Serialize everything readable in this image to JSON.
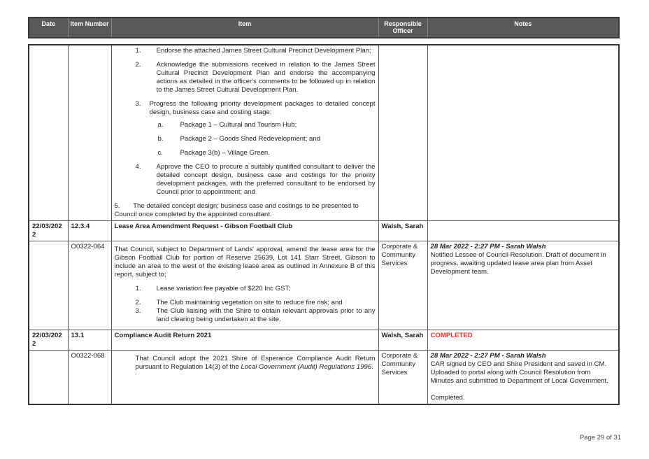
{
  "header": {
    "date": "Date",
    "item_number": "Item Number",
    "item": "Item",
    "officer": "Responsible Officer",
    "notes": "Notes"
  },
  "continued": {
    "points": [
      {
        "n": "1.",
        "text": "Endorse the attached James Street Cultural Precinct Development Plan;"
      },
      {
        "n": "2.",
        "text": "Acknowledge the submissions received in relation to the James Street Cultural Precinct Development Plan and endorse the accompanying actions as detailed in the officer's comments to be followed up in relation to the James Street Cultural Development Plan."
      },
      {
        "n": "3.",
        "text": "Progress the following priority development packages to detailed concept design, business case and costing stage:"
      }
    ],
    "subpoints": [
      {
        "n": "a.",
        "text": "Package 1 – Cultural and Tourism Hub;"
      },
      {
        "n": "b.",
        "text": "Package 2 – Goods Shed Redevelopment; and"
      },
      {
        "n": "c.",
        "text": "Package 3(b) – Village Green."
      }
    ],
    "point4": {
      "n": "4.",
      "text": "Approve the CEO to procure a suitably qualified consultant to deliver the detailed concept design, business case and costings for the priority development packages, with the preferred consultant to be endorsed by Council prior to appointment; and"
    },
    "point5": {
      "n": "5.",
      "text": "The detailed concept design; business case and costings to be presented to Council once completed by the appointed consultant."
    }
  },
  "records": [
    {
      "date": "22/03/2022",
      "item_no": "12.3.4",
      "title": "Lease Area Amendment Request - Gibson Football Club",
      "officer": "Walsh, Sarah",
      "status": "",
      "ref": "O0322-064",
      "intro": "That Council, subject to Department of Lands' approval, amend the lease area for the Gibson Football Club for portion of Reserve 25639, Lot 141 Starr Street, Gibson to include an area to the west of the existing lease area as outlined in Annexure B of this report, subject to;",
      "points": [
        {
          "n": "1.",
          "text": "Lease variation fee payable of $220 Inc GST;"
        },
        {
          "n": "2.",
          "text": "The Club maintaining vegetation on site to reduce fire risk; and"
        },
        {
          "n": "3.",
          "text": "The Club liaising with the Shire to obtain relevant approvals prior to any land clearing being undertaken at the site."
        }
      ],
      "dept": "Corporate & Community Services",
      "note_head": "28 Mar 2022 - 2:27 PM - Sarah Walsh",
      "note_body": "Notified Lessee of Council Resolution. Draft of document in progress, awaiting updated lease area plan from Asset Development team."
    },
    {
      "date": "22/03/2022",
      "item_no": "13.1",
      "title": "Compliance Audit Return 2021",
      "officer": "Walsh, Sarah",
      "status": "COMPLETED",
      "ref": "O0322-068",
      "resolution_a": "That Council adopt the 2021 Shire of Esperance Compliance Audit Return pursuant to Regulation 14(3) of the ",
      "resolution_i": "Local Government (Audit) Regulations 1996",
      "resolution_b": ".",
      "dept": "Corporate & Community Services",
      "note_head": "28 Mar 2022 - 2:27 PM - Sarah Walsh",
      "note_body": "CAR signed by CEO and Shire President and saved in CM. Uploaded to portal along with Council Resolution from Minutes and submitted to Department of Local Government.",
      "note_tail": "Completed."
    }
  ],
  "footer": {
    "page": "Page 29 of 31"
  }
}
